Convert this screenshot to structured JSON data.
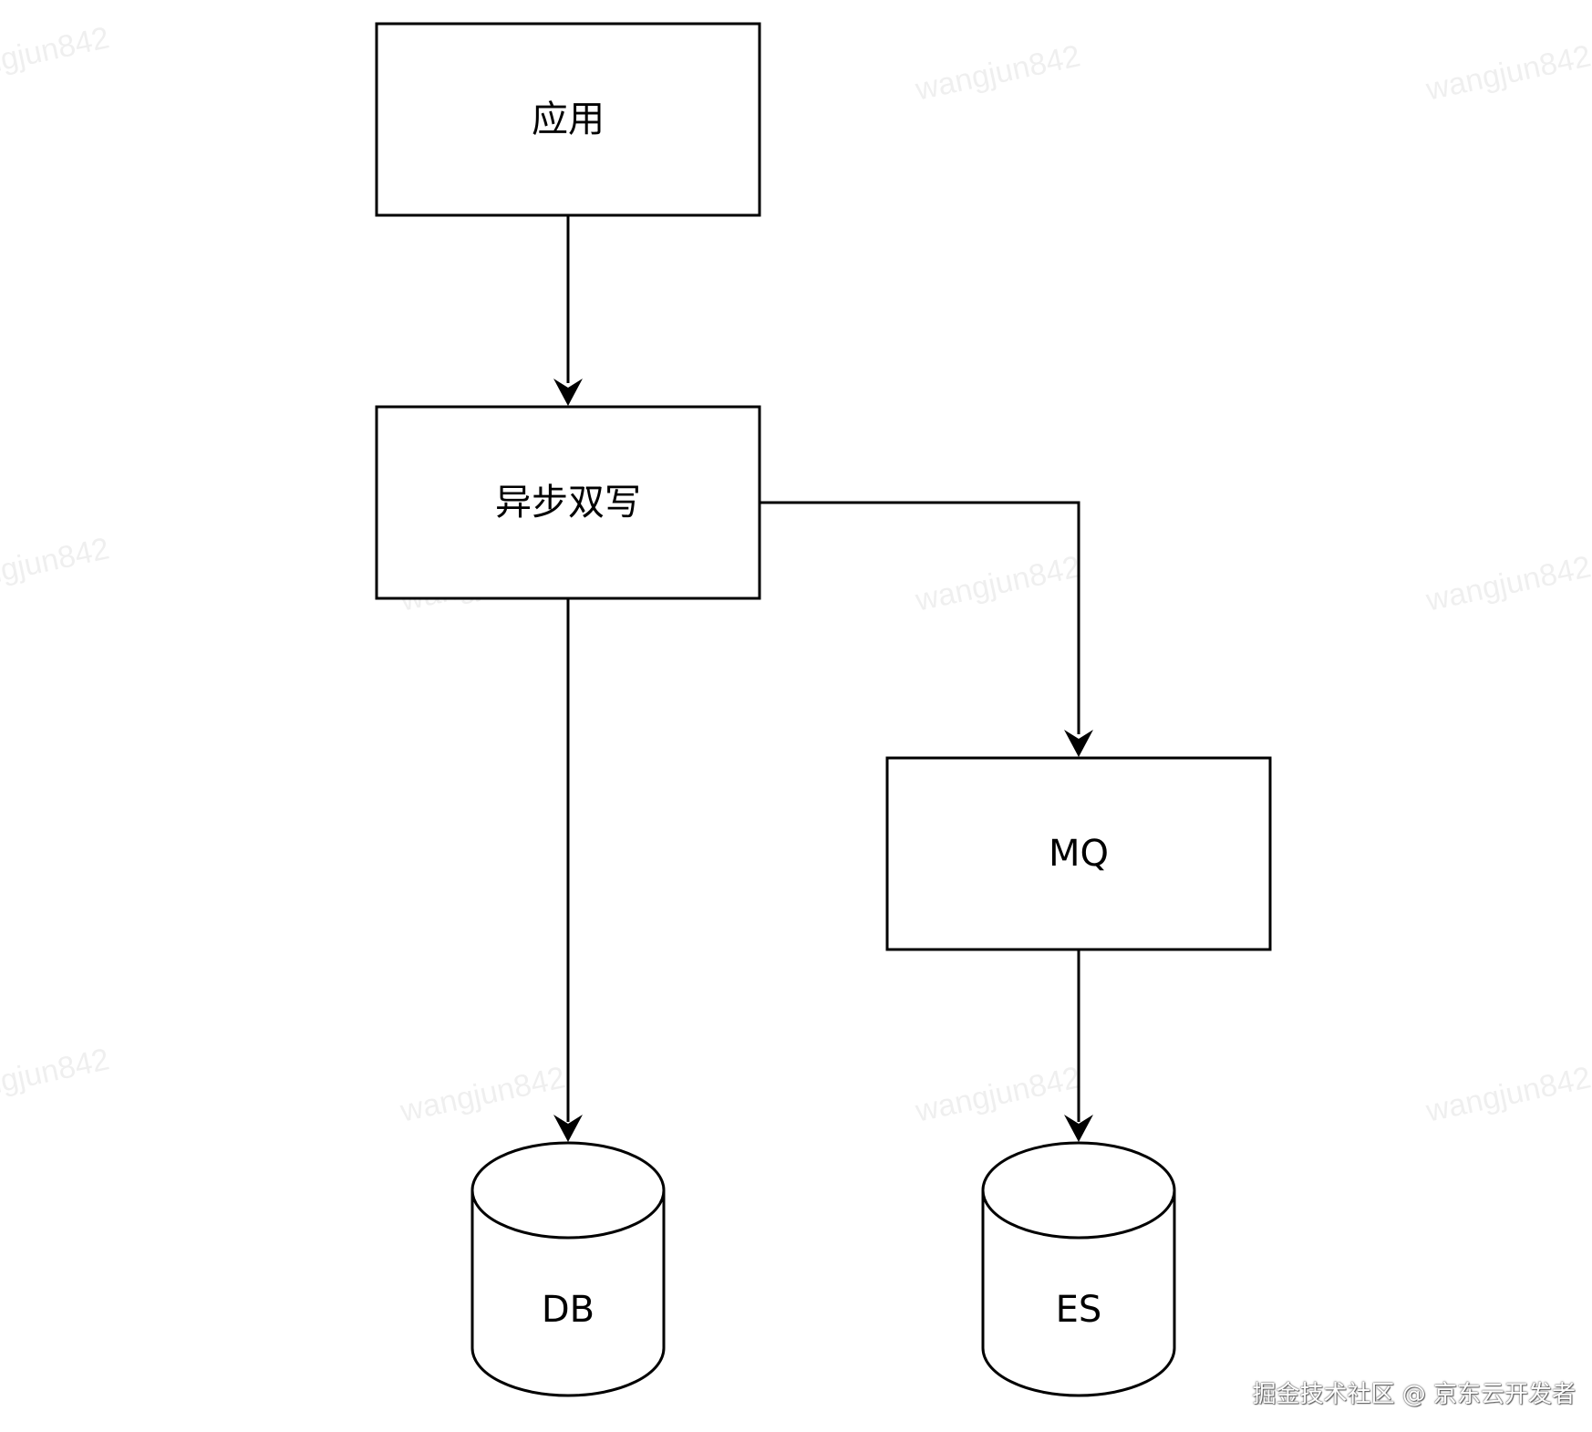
{
  "nodes": {
    "app": {
      "label": "应用"
    },
    "async_write": {
      "label": "异步双写"
    },
    "mq": {
      "label": "MQ"
    },
    "db": {
      "label": "DB"
    },
    "es": {
      "label": "ES"
    }
  },
  "watermark": {
    "text": "wangjun842"
  },
  "footer": {
    "credit": "掘金技术社区 @ 京东云开发者"
  }
}
